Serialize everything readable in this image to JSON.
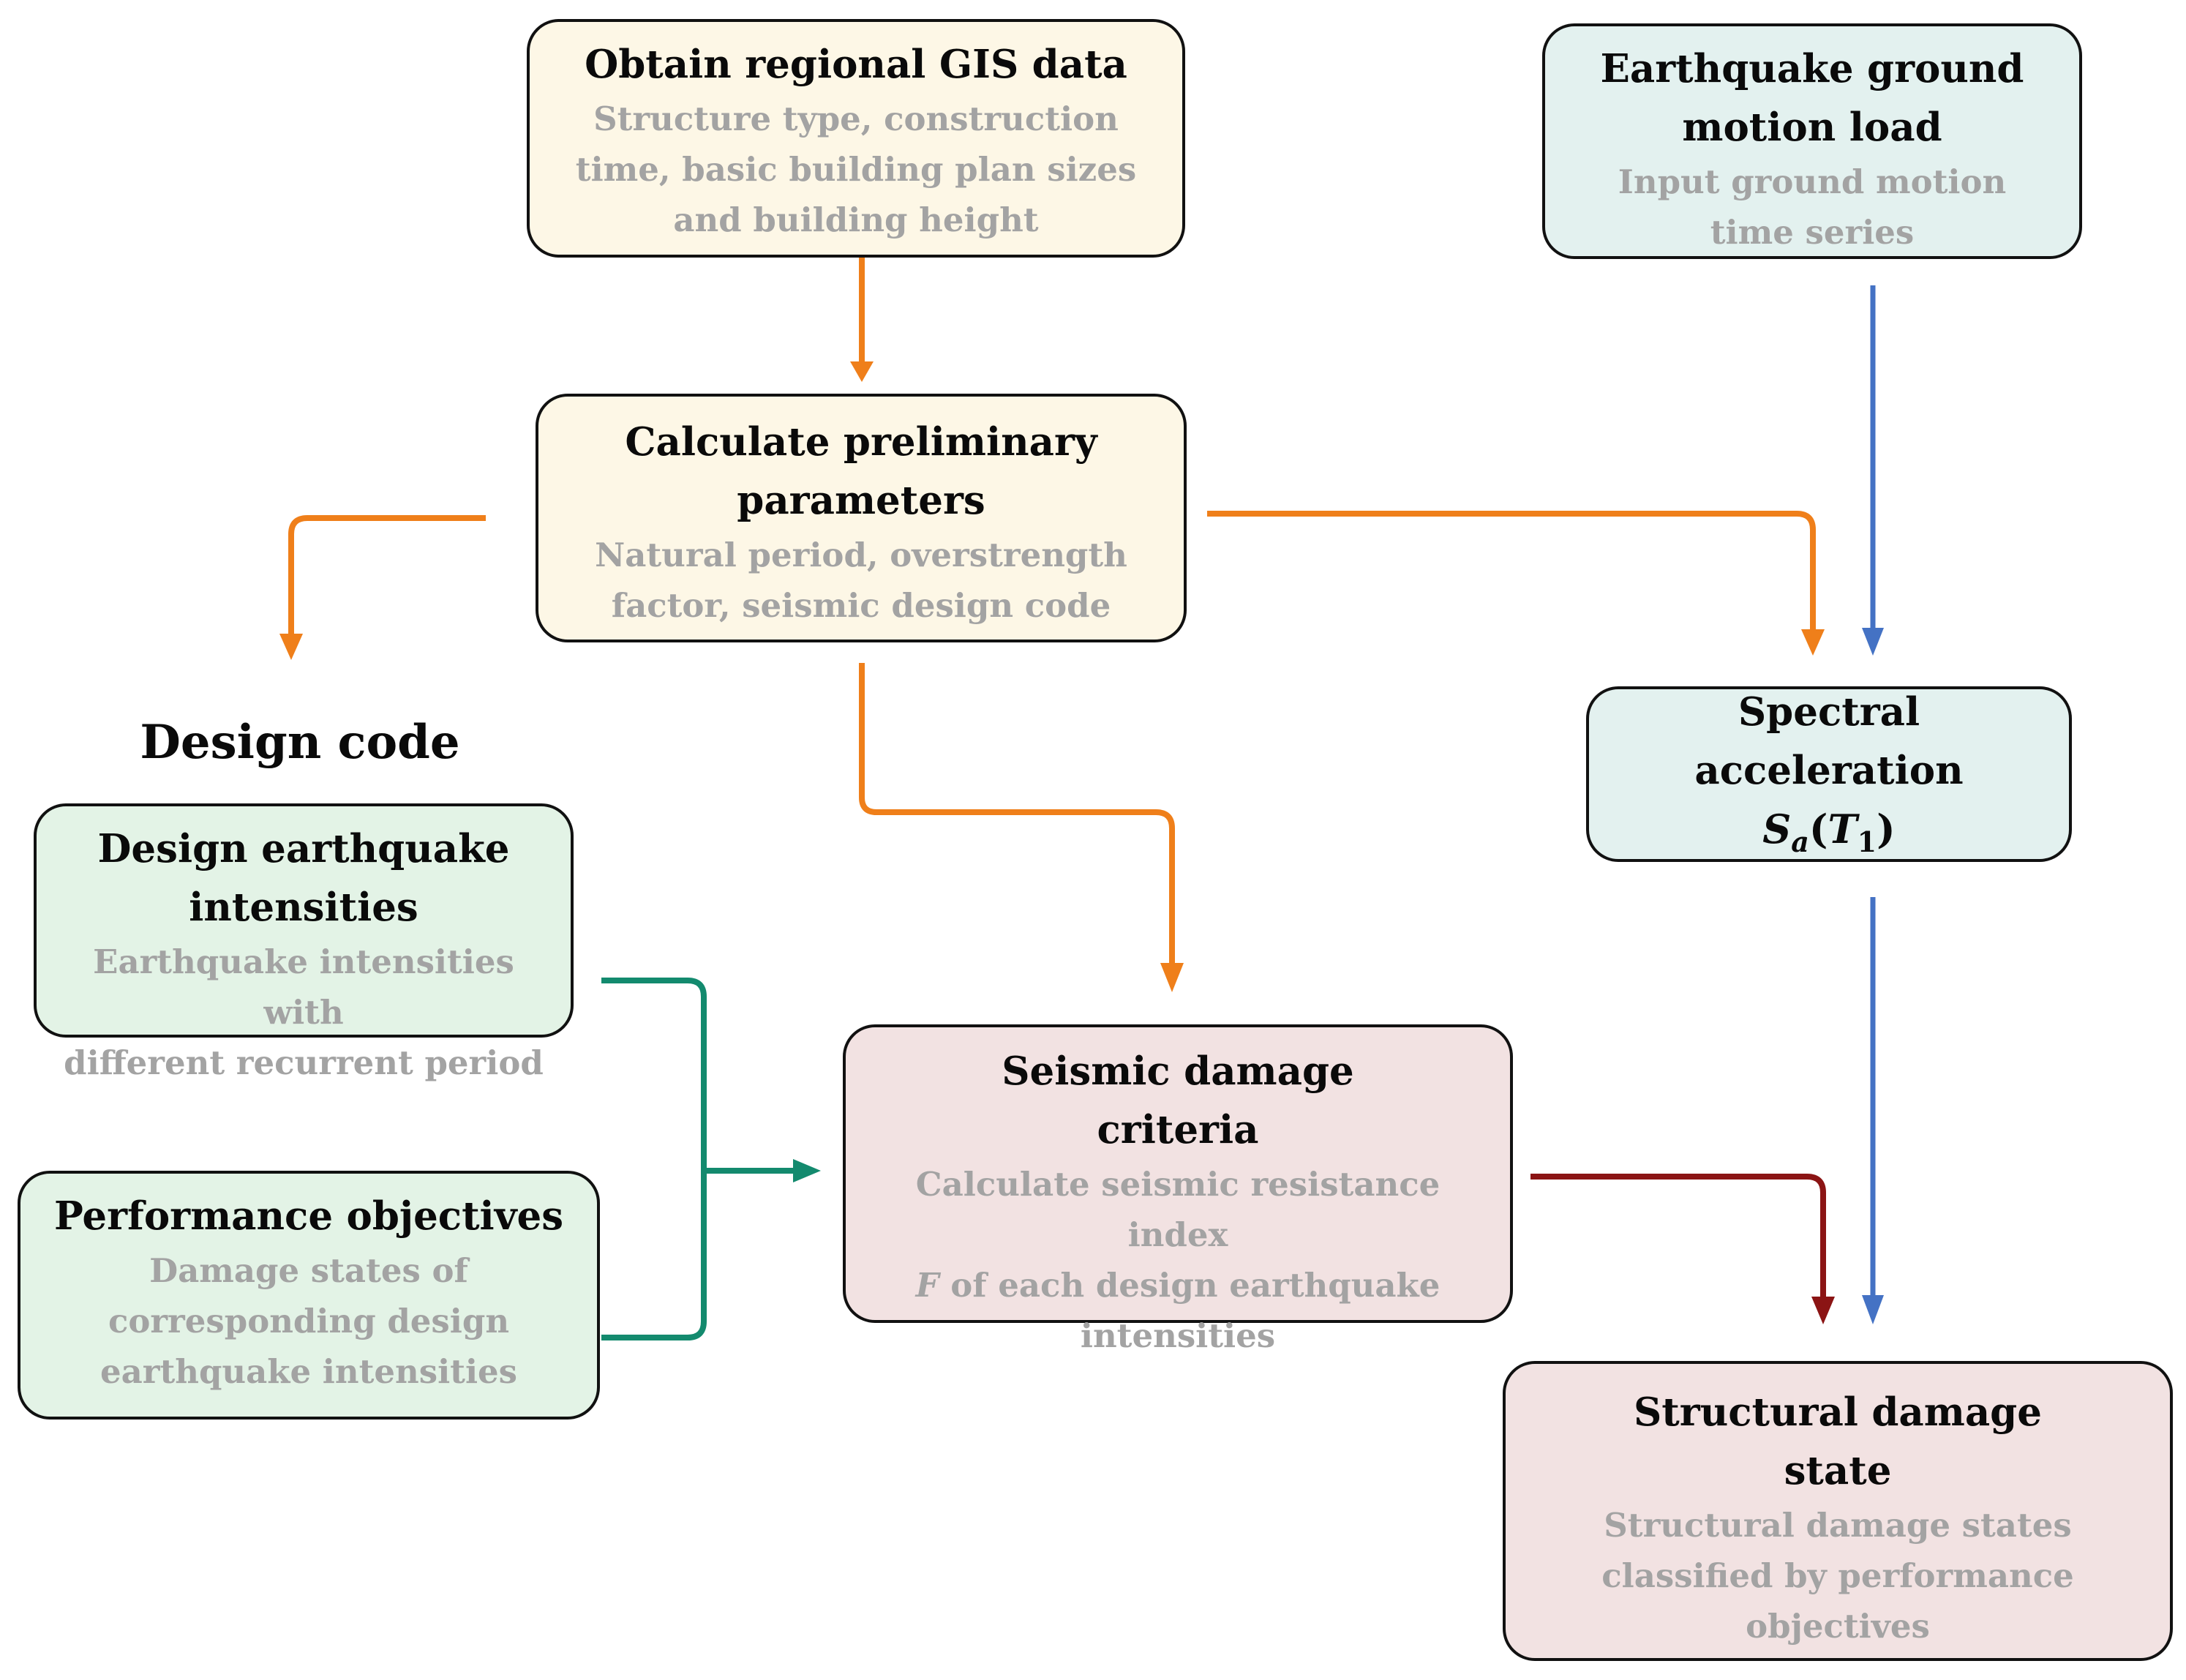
{
  "design_code_label": "Design code",
  "boxes": {
    "gis": {
      "title": "Obtain regional GIS data",
      "desc": [
        "Structure type, construction",
        "time, basic building plan sizes",
        "and building height"
      ]
    },
    "quake": {
      "title": [
        "Earthquake ground",
        "motion load"
      ],
      "desc": [
        "Input ground motion",
        "time series"
      ]
    },
    "prelim": {
      "title": [
        "Calculate preliminary",
        "parameters"
      ],
      "desc": [
        "Natural period, overstrength",
        "factor, seismic design code"
      ]
    },
    "spectral": {
      "title": "Spectral acceleration",
      "math_symbol": "S",
      "math_sub": "a",
      "math_open": "(",
      "math_var": "T",
      "math_var_sub": "1",
      "math_close": ")"
    },
    "dei": {
      "title": [
        "Design earthquake",
        "intensities"
      ],
      "desc": [
        "Earthquake intensities with",
        "different recurrent period"
      ]
    },
    "perf": {
      "title": "Performance objectives",
      "desc": [
        "Damage states of",
        "corresponding design",
        "earthquake intensities"
      ]
    },
    "seismic": {
      "title": [
        "Seismic damage",
        "criteria"
      ],
      "desc_line1": "Calculate  seismic resistance index",
      "desc_var": "F",
      "desc_line2_rest": " of each design earthquake",
      "desc_line3": "intensities"
    },
    "struct": {
      "title": [
        "Structural damage",
        "state"
      ],
      "desc": [
        "Structural damage states",
        "classified by performance",
        "objectives"
      ]
    }
  },
  "colors": {
    "arrow_orange": "#ef7f1a",
    "arrow_blue": "#4472c4",
    "arrow_green": "#138a6e",
    "arrow_darkred": "#8b1414",
    "box_yellow": "#fdf7e6",
    "box_teal": "#e3f1ef",
    "box_green": "#e3f3e6",
    "box_pink": "#f2e2e2"
  }
}
